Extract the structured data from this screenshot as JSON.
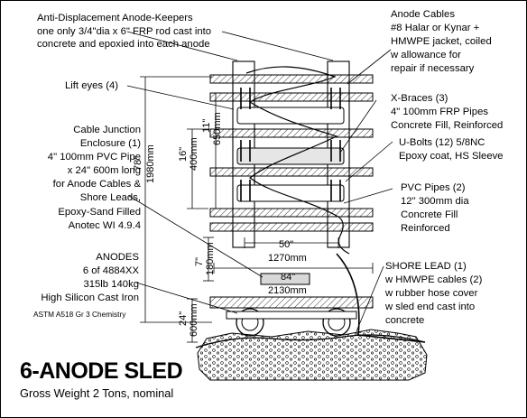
{
  "title": "6-ANODE SLED",
  "subtitle": "Gross Weight  2 Tons, nominal",
  "callouts": {
    "keepers": [
      "Anti-Displacement Anode-Keepers",
      "one only 3/4\"dia x 6\" FRP rod cast into",
      "concrete and epoxied into each anode"
    ],
    "cables": [
      "Anode Cables",
      "#8 Halar or Kynar +",
      "HMWPE jacket, coiled",
      "w allowance for",
      "repair if necessary"
    ],
    "lift_eyes": [
      "Lift eyes (4)"
    ],
    "xbraces": [
      "X-Braces (3)",
      "4\" 100mm FRP Pipes",
      "Concrete Fill, Reinforced"
    ],
    "ubolts": [
      "U-Bolts (12) 5/8NC",
      "Epoxy coat, HS Sleeve"
    ],
    "junction": [
      "Cable Junction",
      "Enclosure (1)",
      "4\" 100mm PVC Pipe",
      "x 24\" 600m long",
      "for Anode Cables &",
      "Shore Leads,",
      "Epoxy-Sand Filled",
      "Anotec WI 4.9.4"
    ],
    "pvc": [
      "PVC Pipes (2)",
      "12\" 300mm dia",
      "Concrete Fill",
      "Reinforced"
    ],
    "anodes": [
      "ANODES",
      "6 of 4884XX",
      "315lb 140kg",
      "High Silicon Cast Iron"
    ],
    "anodes_spec": "ASTM A518 Gr 3 Chemistry",
    "shore": [
      "SHORE LEAD (1)",
      "w HMWPE cables (2)",
      "w rubber hose cover",
      "w sled end cast into",
      "concrete"
    ]
  },
  "dimensions": {
    "d78_in": "78\"",
    "d78_mm": "1980mm",
    "d16_in": "16\"",
    "d16_mm": "400mm",
    "d11_in": "11\"",
    "d11_mm": "650mm",
    "d7_in": "7\"",
    "d7_mm": "180mm",
    "d24_in": "24\"",
    "d24_mm": "600mm",
    "d50_in": "50\"",
    "d50_mm": "1270mm",
    "d84_in": "84\"",
    "d84_mm": "2130mm"
  }
}
